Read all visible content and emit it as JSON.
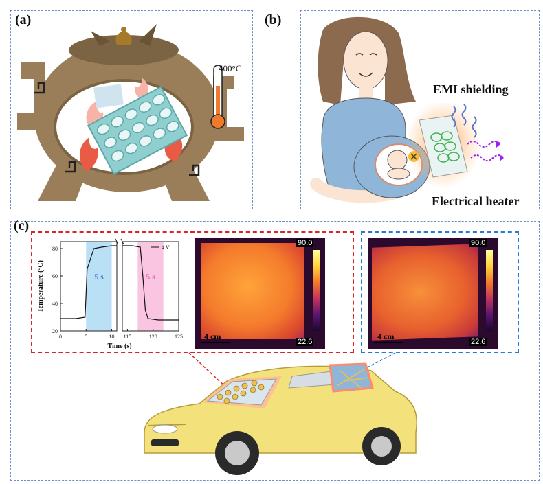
{
  "panels": {
    "a": {
      "label": "(a)",
      "temperature_label": "400°C"
    },
    "b": {
      "label": "(b)",
      "emi_text": "EMI shielding",
      "heater_text": "Electrical heater"
    },
    "c": {
      "label": "(c)"
    }
  },
  "chart_data": {
    "type": "line",
    "ylabel": "Temperature (°C)",
    "xlabel": "Time (s)",
    "legend": "4 V",
    "legend_placement": "top-right",
    "broken_x_axis": true,
    "x_ticks": [
      "0",
      "5",
      "10",
      "115",
      "120",
      "125"
    ],
    "y_ticks": [
      "20",
      "40",
      "60",
      "80"
    ],
    "ylim": [
      20,
      85
    ],
    "segments": [
      {
        "x": [
          0,
          3,
          4.8,
          5.2,
          6.5,
          8,
          10,
          11
        ],
        "y": [
          29,
          29,
          30,
          65,
          80,
          81,
          82,
          82
        ]
      },
      {
        "x": [
          114,
          116,
          117.5,
          118,
          118.5,
          119,
          121,
          125
        ],
        "y": [
          82,
          82,
          81,
          60,
          35,
          29,
          28,
          28
        ]
      }
    ],
    "annotations": [
      {
        "text": "5 s",
        "color": "#1f5fd6",
        "span": [
          5,
          10
        ]
      },
      {
        "text": "5 s",
        "color": "#e0479f",
        "span": [
          117,
          122
        ]
      }
    ]
  },
  "thermal_images": [
    {
      "max_label": "90.0",
      "min_label": "22.6",
      "scale_label": "4 cm"
    },
    {
      "max_label": "90.0",
      "min_label": "22.6",
      "scale_label": "4 cm"
    }
  ],
  "colors": {
    "panel_border": "#6f8fc9",
    "red_box": "#d9252b",
    "blue_box": "#2a7bd4",
    "furnace": "#9a7e5a",
    "car": "#f3e17c"
  }
}
